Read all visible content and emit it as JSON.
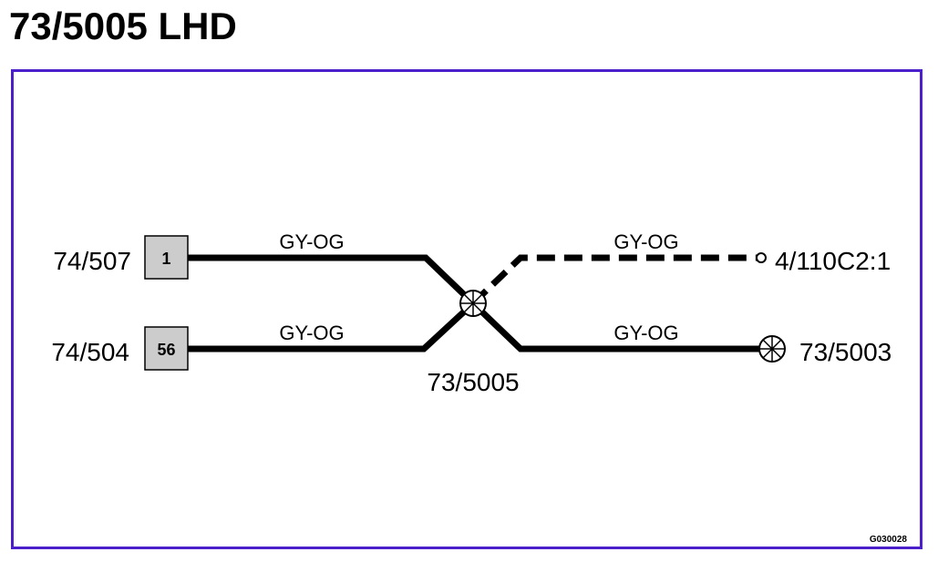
{
  "title": "73/5005 LHD",
  "colors": {
    "frame": "#4b1fc9",
    "wire": "#000000",
    "connector_fill": "#cccccc"
  },
  "connectors": [
    {
      "id": "74/507",
      "pin": "1"
    },
    {
      "id": "74/504",
      "pin": "56"
    }
  ],
  "wires": [
    {
      "from": "74/507",
      "to": "73/5005",
      "color_code": "GY-OG",
      "style": "solid"
    },
    {
      "from": "74/504",
      "to": "73/5005",
      "color_code": "GY-OG",
      "style": "solid"
    },
    {
      "from": "73/5005",
      "to": "4/110C2:1",
      "color_code": "GY-OG",
      "style": "dashed"
    },
    {
      "from": "73/5005",
      "to": "73/5003",
      "color_code": "GY-OG",
      "style": "solid"
    }
  ],
  "splice": {
    "id": "73/5005"
  },
  "endpoints": [
    {
      "id": "4/110C2:1",
      "symbol": "terminal-circle"
    },
    {
      "id": "73/5003",
      "symbol": "splice"
    }
  ],
  "figure_code": "G030028"
}
